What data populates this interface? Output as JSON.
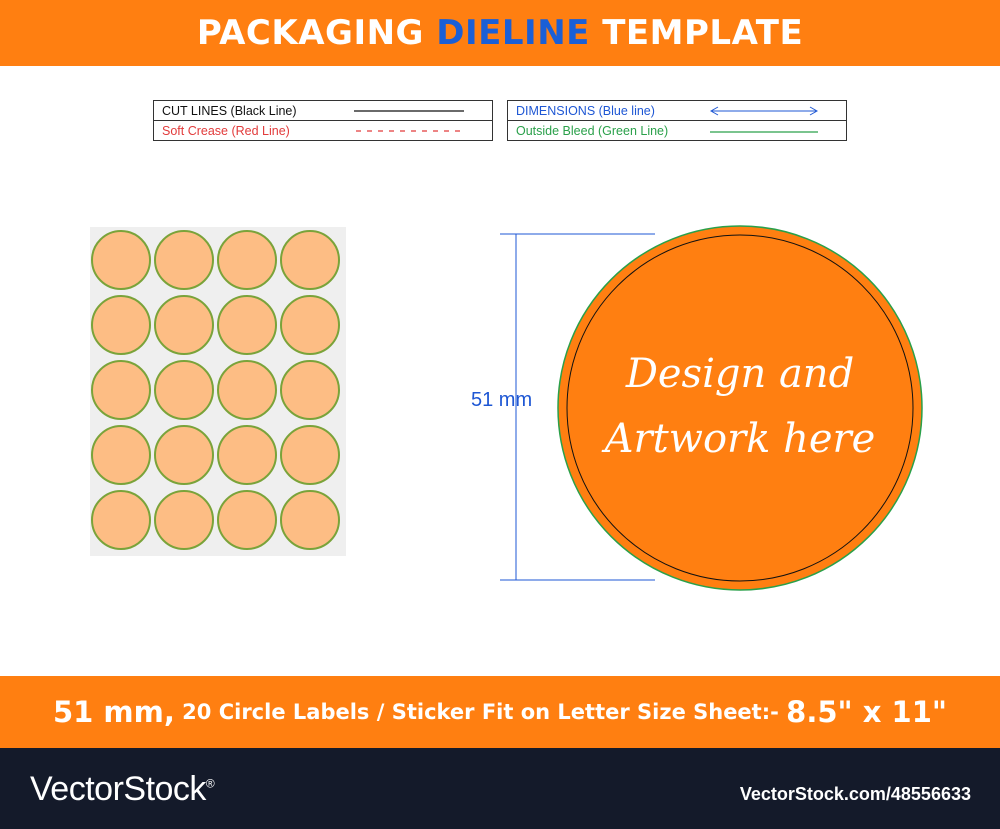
{
  "header": {
    "title_part1": "PACKAGING ",
    "title_accent": "DIELINE",
    "title_part2": " TEMPLATE",
    "colors": {
      "band": "#ff7f11",
      "accent": "#1a5fd6"
    }
  },
  "legend": {
    "cut_lines": "CUT LINES (Black Line)",
    "soft_crease": "Soft Crease (Red Line)",
    "dimensions": "DIMENSIONS (Blue line)",
    "outside_bleed": "Outside Bleed (Green Line)",
    "colors": {
      "cut": "#111111",
      "crease": "#e23b3b",
      "dimension": "#1e57d4",
      "bleed": "#2aa04a"
    }
  },
  "sheet": {
    "rows": 5,
    "columns": 4,
    "label_color": "#fdbd84",
    "bleed_color": "#7aa33a"
  },
  "label": {
    "dimension_text": "51 mm",
    "art_line1": "Design and",
    "art_line2": "Artwork here",
    "fill": "#ff7f11"
  },
  "footer": {
    "size": "51 mm,",
    "description": " 20 Circle Labels / Sticker Fit on Letter Size Sheet:- ",
    "sheet_size": "8.5\" x 11\""
  },
  "watermark": {
    "brand": "VectorStock",
    "registered": "®",
    "url_id": "VectorStock.com/48556633"
  }
}
